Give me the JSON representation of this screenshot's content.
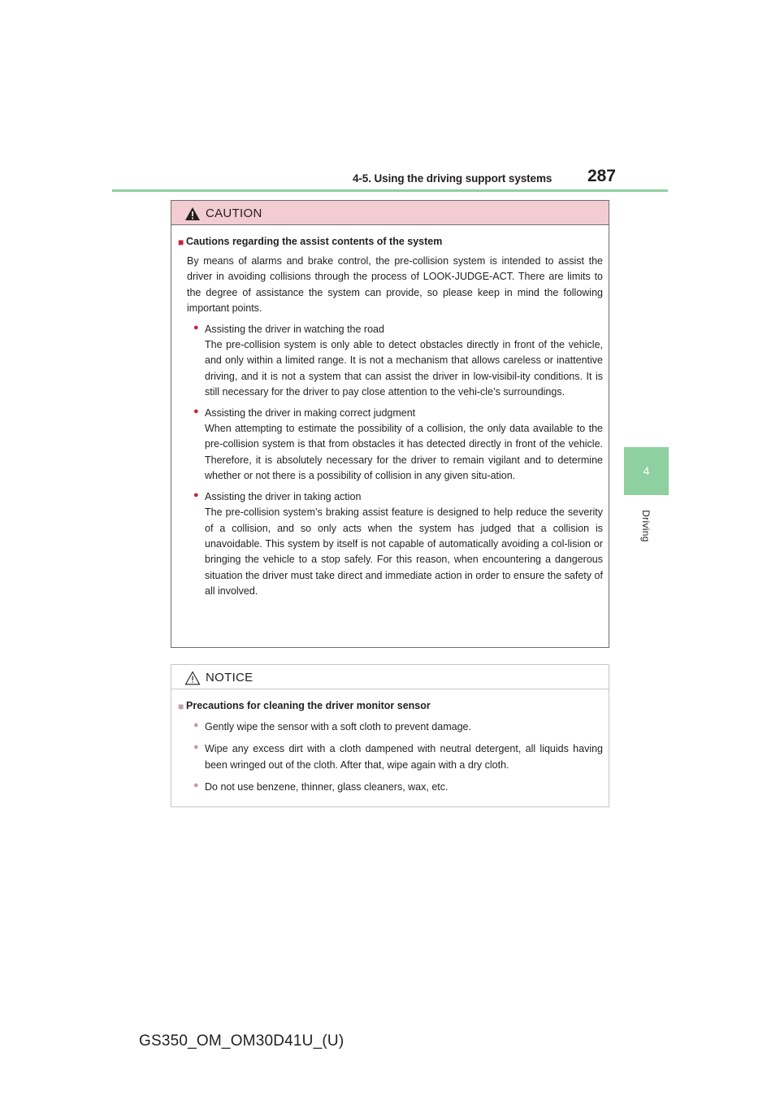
{
  "header": {
    "section_title": "4-5. Using the driving support systems",
    "page_number": "287"
  },
  "side_tab": {
    "chapter_number": "4",
    "chapter_label": "Driving"
  },
  "caution": {
    "label": "CAUTION",
    "icon": "warning-triangle-icon",
    "section_title": "Cautions regarding the assist contents of the system",
    "intro": "By means of alarms and brake control, the pre-collision system is intended to assist the driver in avoiding collisions through the process of LOOK-JUDGE-ACT. There are limits to the degree of assistance the system can provide, so please keep in mind the following important points.",
    "bullets": [
      {
        "title": "Assisting the driver in watching the road",
        "text": "The pre-collision system is only able to detect obstacles directly in front of the vehicle, and only within a limited range. It is not a mechanism that allows careless or inattentive driving, and it is not a system that can assist the driver in low-visibil-ity conditions. It is still necessary for the driver to pay close attention to the vehi-cle’s surroundings."
      },
      {
        "title": "Assisting the driver in making correct judgment",
        "text": "When attempting to estimate the possibility of a collision, the only data available to the pre-collision system is that from obstacles it has detected directly in front of the vehicle. Therefore, it is absolutely necessary for the driver to remain vigilant and to determine whether or not there is a possibility of collision in any given situ-ation."
      },
      {
        "title": "Assisting the driver in taking action",
        "text": "The pre-collision system’s braking assist feature is designed to help reduce the severity of a collision, and so only acts when the system has judged that a collision is unavoidable. This system by itself is not capable of automatically avoiding a col-lision or bringing the vehicle to a stop safely. For this reason, when encountering a dangerous situation the driver must take direct and immediate action in order to ensure the safety of all involved."
      }
    ]
  },
  "notice": {
    "label": "NOTICE",
    "icon": "warning-triangle-outline-icon",
    "section_title": "Precautions for cleaning the driver monitor sensor",
    "bullets": [
      "Gently wipe the sensor with a soft cloth to prevent damage.",
      "Wipe any excess dirt with a cloth dampened with neutral detergent, all liquids having been wringed out of the cloth. After that, wipe again with a dry cloth.",
      "Do not use benzene, thinner, glass cleaners, wax, etc."
    ]
  },
  "footer": {
    "doc_code": "GS350_OM_OM30D41U_(U)"
  },
  "colors": {
    "accent_green": "#8fd0a0",
    "caution_header_bg": "#f2ccd0",
    "caution_red": "#cc1f36"
  }
}
